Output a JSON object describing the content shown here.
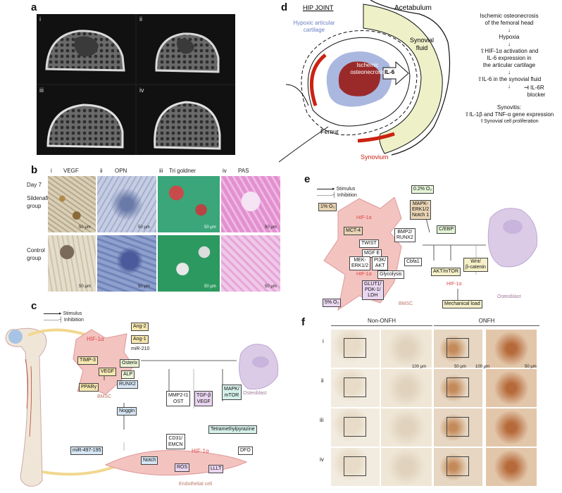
{
  "panels": {
    "a": "a",
    "b": "b",
    "c": "c",
    "d": "d",
    "e": "e",
    "f": "f"
  },
  "panel_a": {
    "labels": [
      "i",
      "ii",
      "iii",
      "iv"
    ]
  },
  "panel_b": {
    "cols": [
      "i",
      "ii",
      "iii",
      "iv"
    ],
    "stains": [
      "VEGF",
      "OPN",
      "Tri goldner",
      "PAS"
    ],
    "day": "Day 7",
    "row1": "Sildenafil group",
    "row2": "Control group",
    "scale": "50 μm"
  },
  "panel_c": {
    "legend_stimulus": "Stimulus",
    "legend_inhibition": "Inhibition",
    "hif": "HIF-1α",
    "ang2": "Ang-2",
    "ang1": "Ang-1",
    "mir210": "miR-210",
    "timp3": "TIMP-3",
    "vegf": "VEGF",
    "osterix": "Osterix",
    "alp": "ALP",
    "runx2": "RUNX2",
    "ppar": "PPARγ",
    "bmsc": "BMSC",
    "osteoblast": "Osteoblast",
    "mmp": "MMP2-I1",
    "ost": "OST",
    "tgf": "TGF-β",
    "vegf2": "VEGF",
    "mapk": "MAPK/",
    "mtor": "mTOR",
    "noggin": "Noggin",
    "cd31": "CD31/",
    "emcn": "EMCN",
    "tmp": "Tetramethylpyrazine",
    "mir497": "miR-497-195",
    "notch": "Notch",
    "hif2": "HIF-1α",
    "dfo": "DFO",
    "ros": "ROS",
    "lllt": "LLLT",
    "endo": "Endothelial cell"
  },
  "panel_d": {
    "hip": "HIP JOINT",
    "acetabulum": "Acetabulum",
    "hypoxic1": "Hypoxic articular",
    "hypoxic2": "cartilage",
    "synovial1": "Synovial",
    "synovial2": "fluid",
    "ischemic1": "Ischemic",
    "ischemic2": "osteonecrosis",
    "il6": "IL-6",
    "femur": "Femur",
    "synovium": "Synovium",
    "flow": [
      "Ischemic osteonecrosis",
      "of the femoral head",
      "Hypoxia",
      "⇧HIF-1α activation and",
      "IL-6 expression in",
      "the articular cartilage",
      "⇧IL-6 in the synovial fluid",
      "Synovitis:",
      "⇧IL-1β and TNF-α gene expression",
      "⇧Synovial cell proliferation"
    ],
    "blocker1": "IL-6R",
    "blocker2": "blocker"
  },
  "panel_e": {
    "legend_stimulus": "Stimulus",
    "legend_inhibition": "Inhibition",
    "o2_02": "0.2% O₂",
    "o2_1": "1% O₂",
    "hif_top": "HIF-1α",
    "mct4": "MCT-4",
    "twist": "TWIST",
    "mapk1": "MAPK-",
    "mapk2": "ERK1/2",
    "mapk3": "Notch 1",
    "cebp": "C/EBP",
    "bmp1": "BMP2/",
    "bmp2": "RUNX2",
    "mgfe": "MGF E",
    "mek1": "MEK-",
    "mek2": "ERK1/2",
    "pi3k1": "PI3K/",
    "pi3k2": "AKT",
    "cbfa": "Cbfa1",
    "hif_mid": "HIF-1α",
    "glyco": "Glycolysis",
    "glut1": "GLUT1/",
    "glut2": "PDK-1/",
    "glut3": "LDH",
    "akt": "AKT/mTOR",
    "wnt1": "Wnt/",
    "wnt2": "β-catenin",
    "hif_low": "HIF-1α",
    "o2_5": "5% O₂",
    "bmsc": "BMSC",
    "mech": "Mechanical load",
    "osteoblast": "Osteoblast"
  },
  "panel_f": {
    "non": "Non-ONFH",
    "onfh": "ONFH",
    "rows": [
      "i",
      "ii",
      "iii",
      "iv"
    ],
    "s100": "100 μm",
    "s50": "50 μm"
  }
}
